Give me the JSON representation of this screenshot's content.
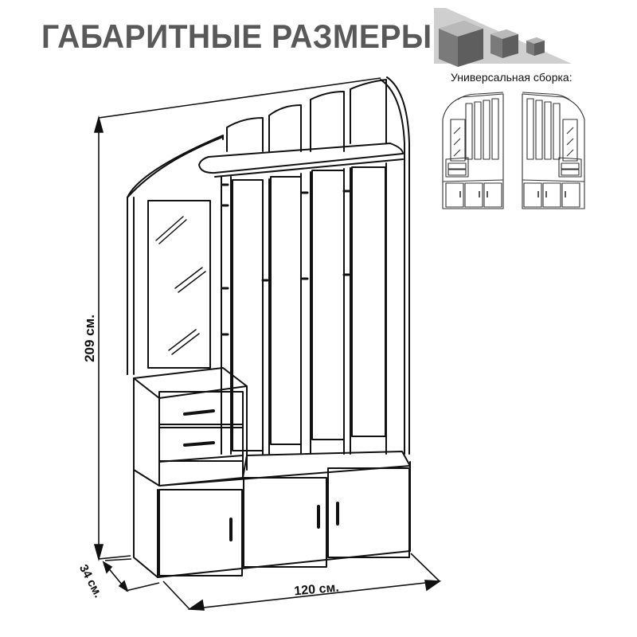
{
  "title": "ГАБАРИТНЫЕ РАЗМЕРЫ",
  "assembly_note": "Универсальная сборка:",
  "dimensions": {
    "height": "209 см.",
    "width": "120 см.",
    "depth": "34 см."
  },
  "colors": {
    "title_text": "#595959",
    "icon_light": "#c8c8c8",
    "icon_dark": "#7a7a7a",
    "line": "#111111"
  },
  "icons": [
    "cube-large-icon",
    "cube-medium-icon",
    "cube-small-icon"
  ]
}
